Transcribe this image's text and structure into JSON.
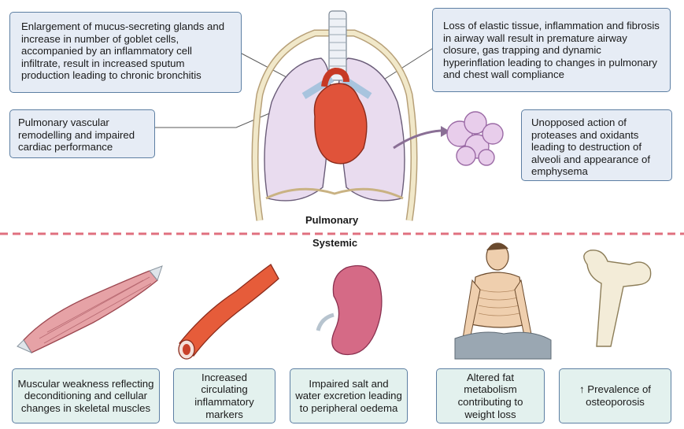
{
  "pulmonary": {
    "section_label": "Pulmonary",
    "glands_text": "Enlargement of mucus-secreting glands and increase in number of goblet cells, accompanied by an inflammatory cell infiltrate, result in increased sputum production leading to chronic bronchitis",
    "elastic_text": "Loss of elastic tissue, inflammation and fibrosis in airway wall result in premature airway closure, gas trapping and dynamic hyperinflation leading to changes in pulmonary and chest wall compliance",
    "vascular_text": "Pulmonary vascular remodelling and impaired cardiac performance",
    "protease_text": "Unopposed action of proteases and oxidants leading to destruction of alveoli and appearance of emphysema"
  },
  "systemic": {
    "section_label": "Systemic",
    "muscle_text": "Muscular weakness reflecting deconditioning and cellular changes in skeletal muscles",
    "inflammatory_text": "Increased circulating inflammatory markers",
    "kidney_text": "Impaired salt and water excretion leading to peripheral oedema",
    "fat_text": "Altered fat metabolism contributing to weight loss",
    "bone_text": "↑ Prevalence of osteoporosis"
  },
  "colors": {
    "blue_box": "#e6ecf5",
    "green_box": "#e3f1ee",
    "box_border": "#5d7fa3",
    "divider": "#e0707f",
    "lung": "#e9dcef",
    "heart": "#e0533a"
  }
}
